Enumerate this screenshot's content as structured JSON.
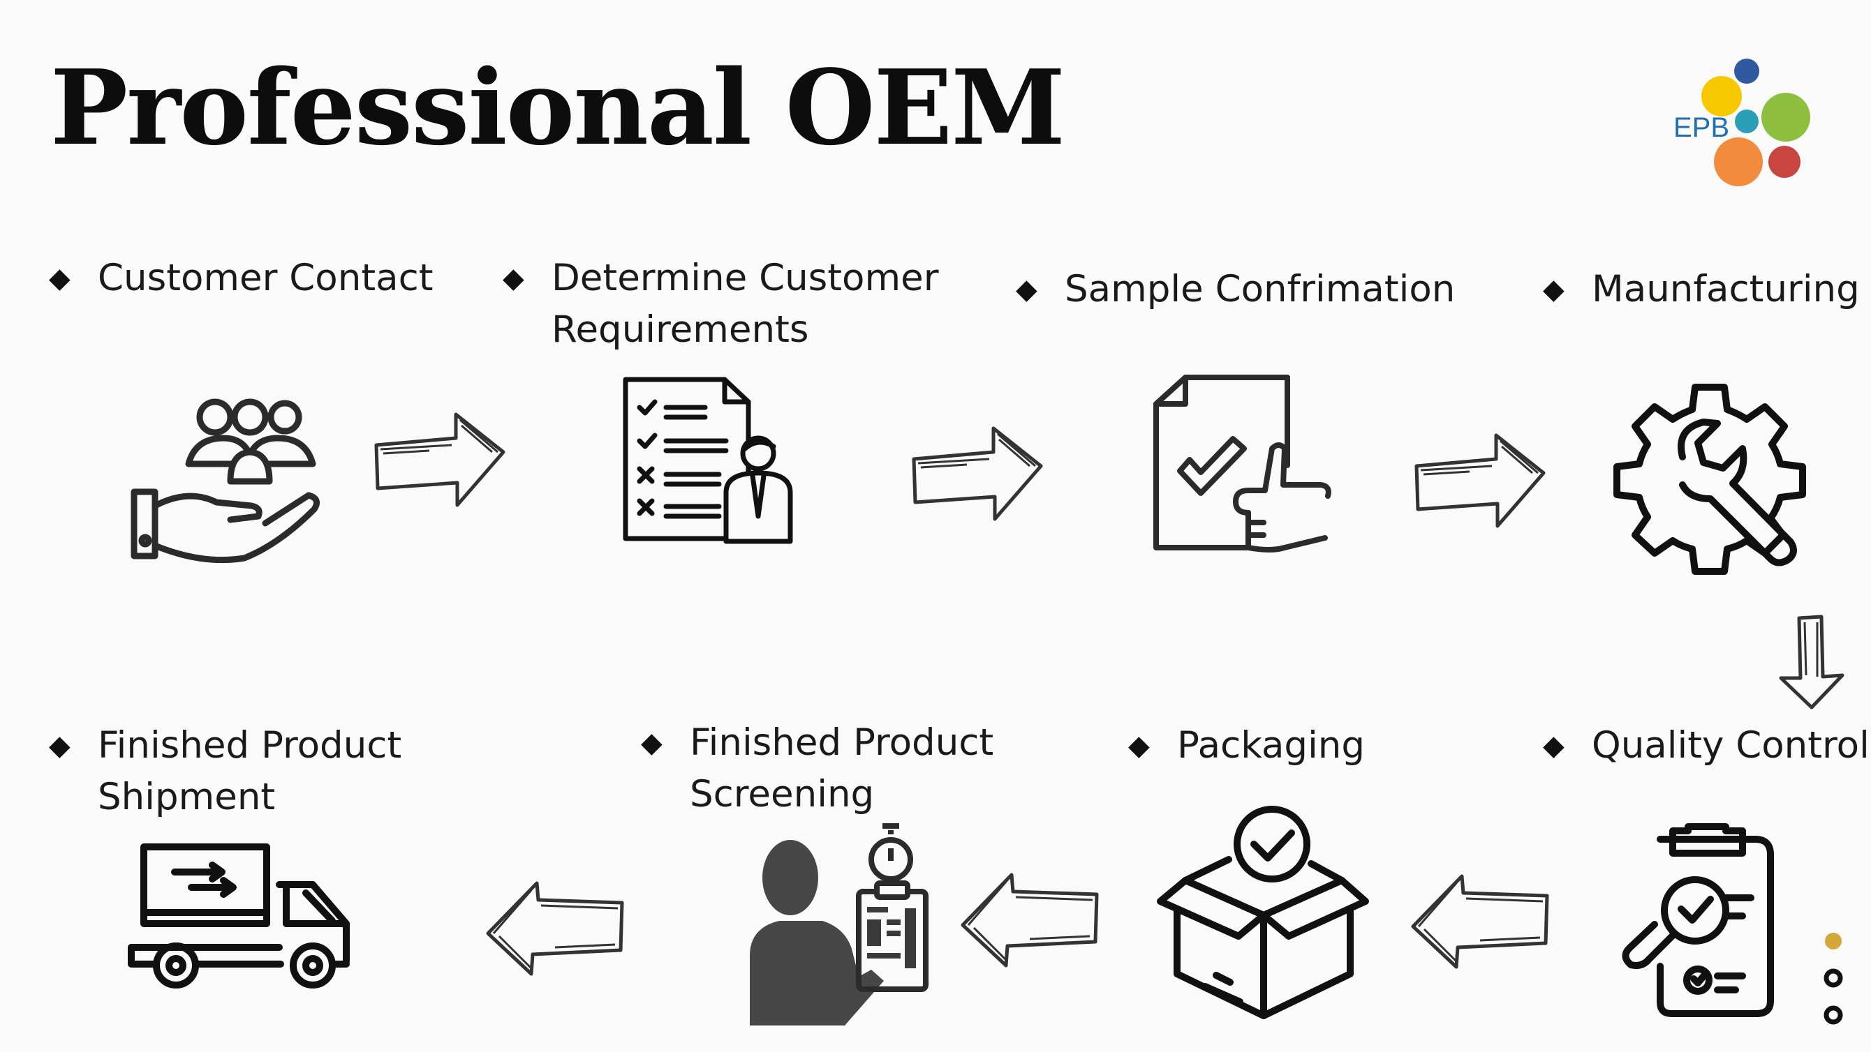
{
  "title": "Professional OEM",
  "logo": {
    "text": "EPB",
    "text_color": "#1f6fb2",
    "dot_colors": [
      "#2f5aa0",
      "#f7c800",
      "#2a9fb5",
      "#8fbf3f",
      "#f28b3c",
      "#c9453f"
    ]
  },
  "bullet": "◆",
  "steps": [
    {
      "label": "Customer Contact",
      "icon": "hand-holding-people-icon"
    },
    {
      "label": "Determine Customer\n Requirements",
      "icon": "checklist-person-icon"
    },
    {
      "label": "Sample Confrimation",
      "icon": "approved-document-thumbs-up-icon"
    },
    {
      "label": "Maunfacturing",
      "icon": "gear-wrench-icon"
    },
    {
      "label": "Quality Control",
      "icon": "clipboard-magnifier-icon"
    },
    {
      "label": "Packaging",
      "icon": "box-checkmark-icon"
    },
    {
      "label": "Finished Product\nScreening",
      "icon": "person-stopwatch-report-icon"
    },
    {
      "label": "Finished Product\nShipment",
      "icon": "delivery-truck-icon"
    }
  ],
  "colors": {
    "icon": "#2b2b2b",
    "text": "#1a1a1a",
    "accent": "#d4a73a"
  }
}
